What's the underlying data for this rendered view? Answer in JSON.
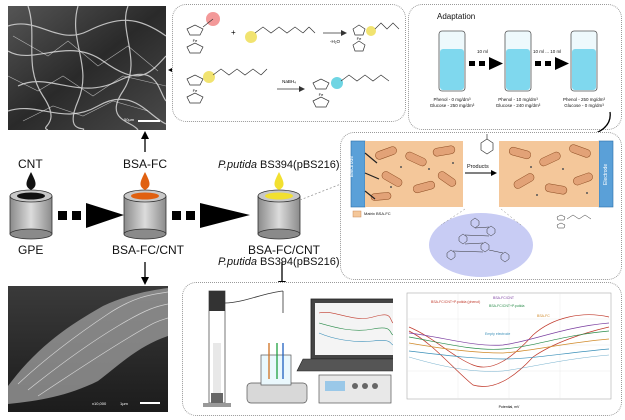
{
  "electrode_labels": {
    "cnt": "CNT",
    "bsa_fc": "BSA-FC",
    "organism": "P.putida",
    "strain": "BS394(pBS216)",
    "gpe": "GPE",
    "bsa_fc_cnt": "BSA-FC/CNT",
    "final_line1": "BSA-FC/CNT",
    "final_line2_organism": "P.putida",
    "final_line2_strain": "BS394(pBS216)"
  },
  "sem_top": {
    "scale": "50µm"
  },
  "sem_bottom": {
    "magnification": "x10,000",
    "scale": "1µm"
  },
  "reaction": {
    "byproduct_water": "-H₂O",
    "reducer": "NaBH₄",
    "fe": "Fe"
  },
  "adaptation": {
    "title": "Adaptation",
    "transfer_1": "10 ml",
    "transfer_2": "10 ml ... 10 ml",
    "tubes": [
      {
        "phenol": "Phenol - 0 mg/dm³",
        "glucose": "Glucose - 250 mg/dm³"
      },
      {
        "phenol": "Phenol - 10 mg/dm³",
        "glucose": "Glucose - 240 mg/dm³"
      },
      {
        "phenol": "Phenol - 250 mg/dm³",
        "glucose": "Glucose - 0 mg/dm³"
      }
    ]
  },
  "biofilm": {
    "electrode_left": "Electrode",
    "electrode_right": "Electrode",
    "products": "Products",
    "legend": "Matrix BSA-FC"
  },
  "cv_plot": {
    "curves": [
      {
        "name": "BSA-FC/CNT+P.putida (phenol)",
        "color": "#c0392b"
      },
      {
        "name": "BSA-FC/CNT",
        "color": "#7b3fa0"
      },
      {
        "name": "BSA-FC/CNT+P.putida",
        "color": "#2a8c4a"
      },
      {
        "name": "BSA-FC",
        "color": "#d08a2a"
      },
      {
        "name": "Empty electrode",
        "color": "#3a8fb8"
      }
    ],
    "xlabel": "Potential, mV"
  },
  "colors": {
    "cnt_drop": "#111111",
    "bsa_fc_drop": "#e06010",
    "bacteria_drop": "#f2e030",
    "tube_liquid": "#7fd8ee",
    "bacteria_fill": "#e2a277",
    "biofilm_bg": "#f4c79a"
  }
}
